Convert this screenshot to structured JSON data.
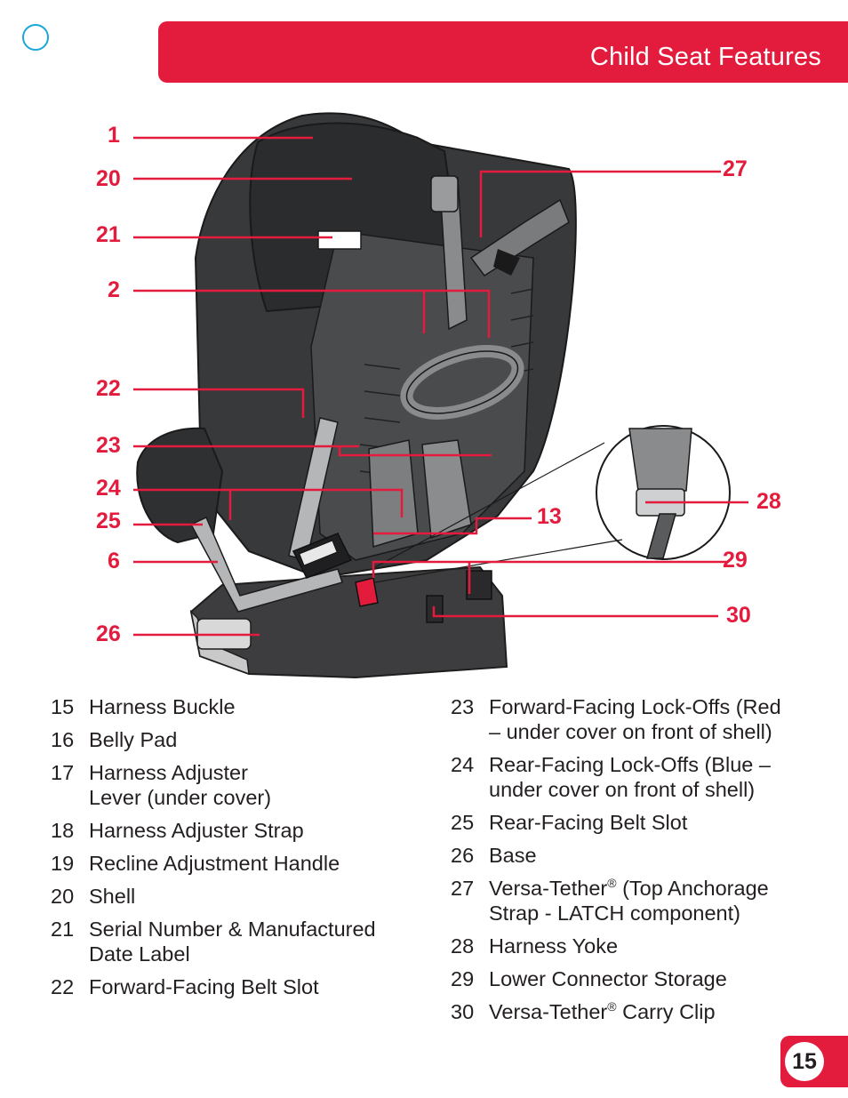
{
  "header": {
    "title": "Child Seat Features"
  },
  "callouts": {
    "c1": "1",
    "c20": "20",
    "c21": "21",
    "c2": "2",
    "c22": "22",
    "c23": "23",
    "c24": "24",
    "c25": "25",
    "c6": "6",
    "c26": "26",
    "c27": "27",
    "c28": "28",
    "c13": "13",
    "c29": "29",
    "c30": "30"
  },
  "legend_left": [
    {
      "num": "15",
      "text": "Harness Buckle"
    },
    {
      "num": "16",
      "text": "Belly Pad"
    },
    {
      "num": "17",
      "line1": "Harness Adjuster",
      "line2": "Lever (under cover)"
    },
    {
      "num": "18",
      "text": "Harness Adjuster Strap"
    },
    {
      "num": "19",
      "text": "Recline Adjustment Handle"
    },
    {
      "num": "20",
      "text": "Shell"
    },
    {
      "num": "21",
      "line1": "Serial Number & Manufactured",
      "line2": "Date Label"
    },
    {
      "num": "22",
      "text": "Forward-Facing Belt Slot"
    }
  ],
  "legend_right": [
    {
      "num": "23",
      "line1": "Forward-Facing Lock-Offs (Red",
      "line2": "– under cover on front of shell)"
    },
    {
      "num": "24",
      "line1": "Rear-Facing Lock-Offs (Blue –",
      "line2": "under cover on front of shell)"
    },
    {
      "num": "25",
      "text": "Rear-Facing Belt Slot"
    },
    {
      "num": "26",
      "text": "Base"
    },
    {
      "num": "27",
      "pre": "Versa-Tether",
      "sup": "®",
      "line1": " (Top Anchorage",
      "line2": "Strap - LATCH component)"
    },
    {
      "num": "28",
      "text": "Harness Yoke"
    },
    {
      "num": "29",
      "text": "Lower Connector Storage"
    },
    {
      "num": "30",
      "pre": "Versa-Tether",
      "sup": "®",
      "post": " Carry Clip"
    }
  ],
  "page": {
    "number": "15"
  },
  "colors": {
    "accent": "#e31b3c",
    "circle": "#1aa7d8"
  }
}
